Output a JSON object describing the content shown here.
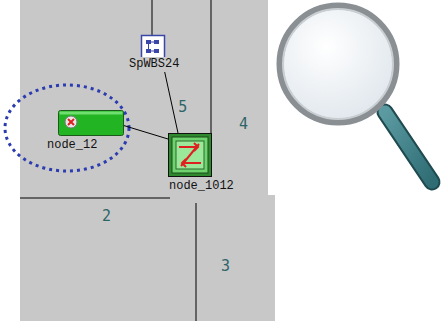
{
  "diagram": {
    "nodes": [
      {
        "text": [
          "SpWBS24"
        ]
      },
      {
        "text": [
          "node_12"
        ]
      },
      {
        "text": [
          "node_1012"
        ]
      }
    ],
    "edges": [
      {
        "from": 0,
        "to": 2,
        "label": "5",
        "arrow": "none"
      },
      {
        "from": 1,
        "to": 2,
        "arrow": "none"
      }
    ],
    "labels": [
      "4",
      "2",
      "3"
    ]
  }
}
